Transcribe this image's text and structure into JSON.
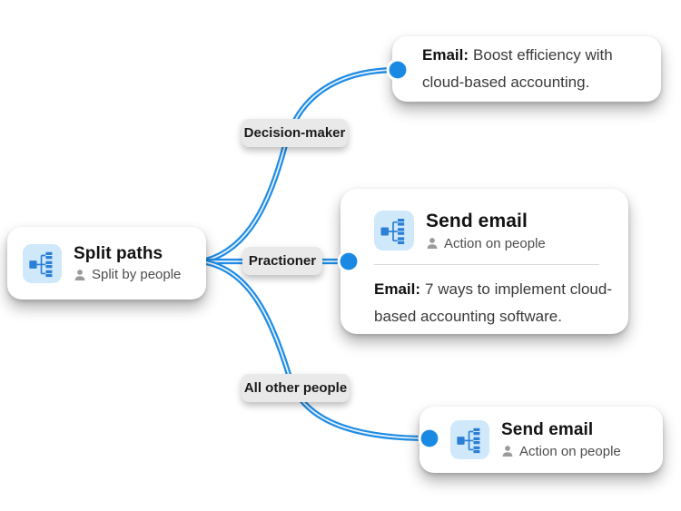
{
  "colors": {
    "connector": "#1f8ce4",
    "connector_core": "#e8f3fc",
    "dot": "#1a89e3",
    "dot_ring": "#ffffff",
    "node_icon_bg": "#cfe8fa",
    "node_icon_fg": "#2b7fd6",
    "label_bg": "#e9e9e9",
    "text_primary": "#121212",
    "text_secondary": "#4d4d4d"
  },
  "icons": {
    "node": "split-paths-icon",
    "person": "person-icon",
    "dot": "connector-dot"
  },
  "split_card": {
    "title": "Split paths",
    "subtitle": "Split by people"
  },
  "branches": {
    "top_label": "Decision-maker",
    "middle_label": "Practioner",
    "bottom_label": "All other people"
  },
  "top_card": {
    "lead": "Email:",
    "text": "Boost efficiency with cloud-based accounting."
  },
  "middle_card": {
    "title": "Send email",
    "subtitle": "Action on people",
    "lead": "Email:",
    "text": "7 ways to implement cloud-based accounting software."
  },
  "bottom_card": {
    "title": "Send email",
    "subtitle": "Action on people"
  }
}
